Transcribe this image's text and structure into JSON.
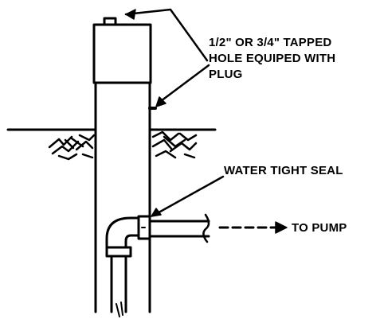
{
  "labels": {
    "tapped_hole": {
      "line1": "1/2\" OR 3/4\" TAPPED",
      "line2": "HOLE EQUIPED WITH",
      "line3": "PLUG"
    },
    "seal": "WATER TIGHT SEAL",
    "to_pump": "TO PUMP"
  },
  "colors": {
    "ink": "#000000",
    "paper": "#ffffff"
  }
}
